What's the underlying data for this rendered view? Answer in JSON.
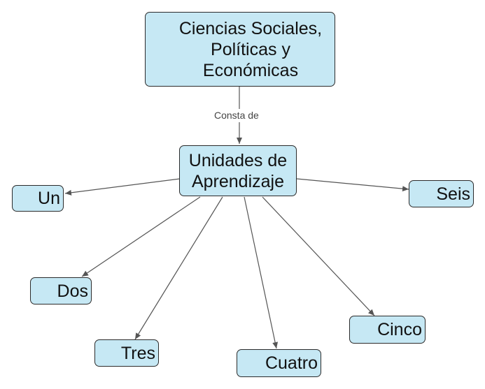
{
  "diagram": {
    "root": {
      "label": "Ciencias Sociales,\nPolíticas y\nEconómicas"
    },
    "link_label": "Consta de",
    "center": {
      "label": "Unidades de\nAprendizaje"
    },
    "leaves": [
      {
        "id": "un",
        "label": "Un"
      },
      {
        "id": "dos",
        "label": "Dos"
      },
      {
        "id": "tres",
        "label": "Tres"
      },
      {
        "id": "cuatro",
        "label": "Cuatro"
      },
      {
        "id": "cinco",
        "label": "Cinco"
      },
      {
        "id": "seis",
        "label": "Seis"
      }
    ]
  },
  "colors": {
    "node_fill": "#c6e8f4",
    "node_border": "#2b2b2b",
    "connector": "#555555",
    "text": "#111111"
  }
}
